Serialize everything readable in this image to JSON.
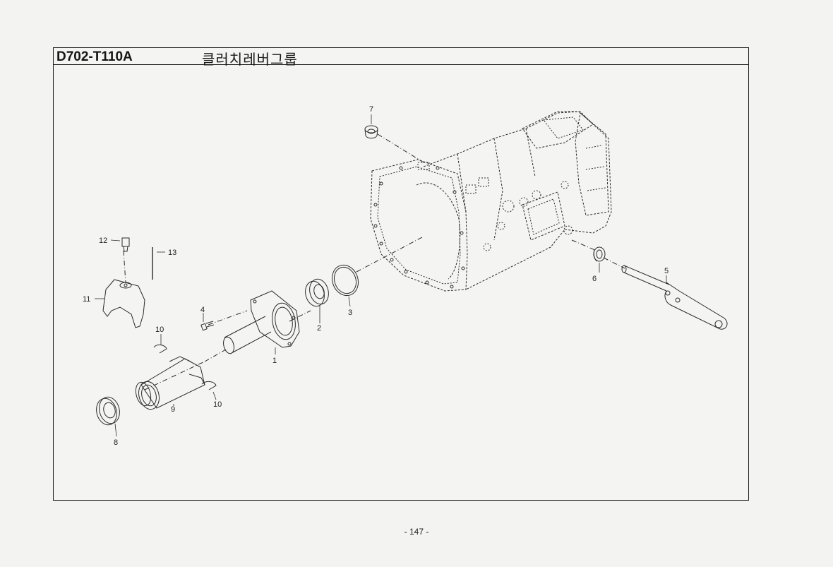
{
  "header": {
    "code": "D702-T110A",
    "title": "클러치레버그룹"
  },
  "footer": {
    "page_number": "- 147 -"
  },
  "parts": [
    {
      "id": "part-1",
      "label": "1"
    },
    {
      "id": "part-2",
      "label": "2"
    },
    {
      "id": "part-3",
      "label": "3"
    },
    {
      "id": "part-4",
      "label": "4"
    },
    {
      "id": "part-5",
      "label": "5"
    },
    {
      "id": "part-6",
      "label": "6"
    },
    {
      "id": "part-7",
      "label": "7"
    },
    {
      "id": "part-8",
      "label": "8"
    },
    {
      "id": "part-9",
      "label": "9"
    },
    {
      "id": "part-10a",
      "label": "10"
    },
    {
      "id": "part-10b",
      "label": "10"
    },
    {
      "id": "part-11",
      "label": "11"
    },
    {
      "id": "part-12",
      "label": "12"
    },
    {
      "id": "part-13",
      "label": "13"
    }
  ]
}
